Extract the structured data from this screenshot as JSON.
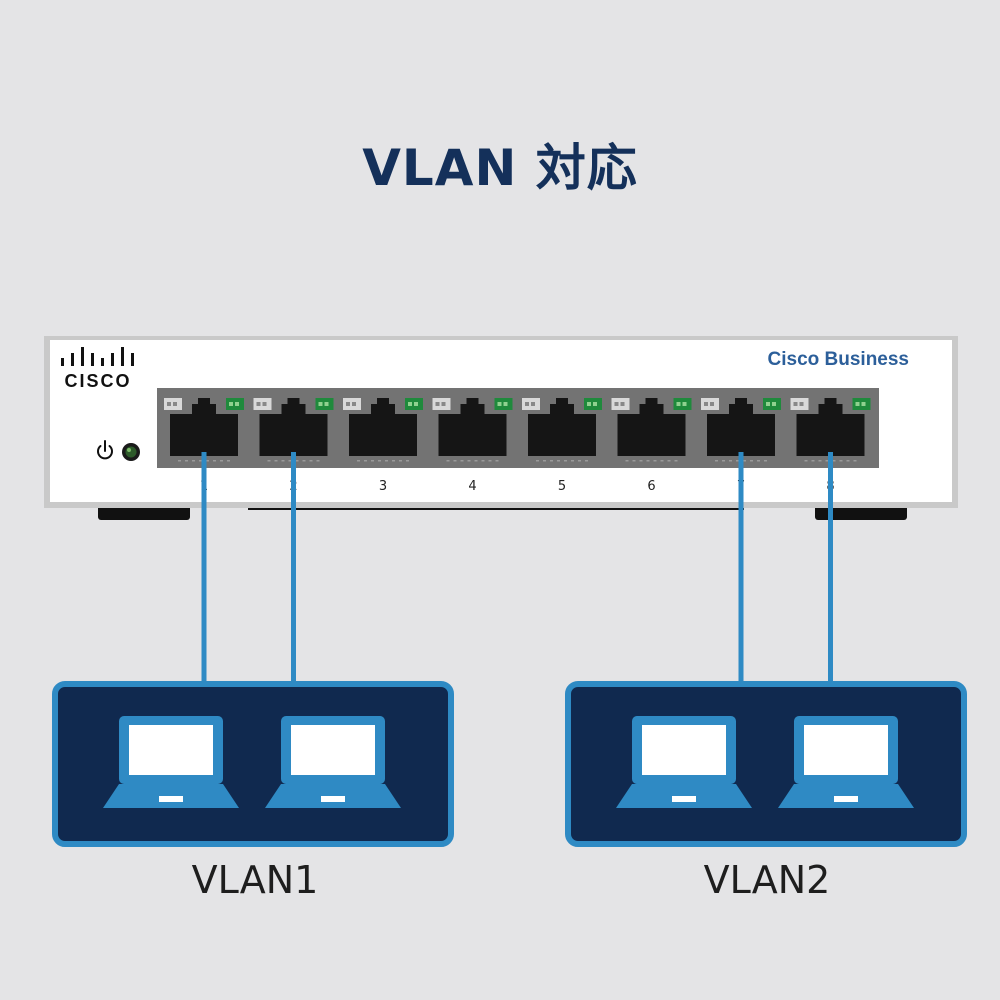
{
  "title": "VLAN 対応",
  "switch": {
    "brand_logo_text": "CISCO",
    "model_label": "Cisco Business",
    "ports": [
      "1",
      "2",
      "3",
      "4",
      "5",
      "6",
      "7",
      "8"
    ]
  },
  "vlans": [
    {
      "label": "VLAN1",
      "ports": [
        "1",
        "2"
      ],
      "devices": [
        "laptop",
        "laptop"
      ]
    },
    {
      "label": "VLAN2",
      "ports": [
        "7",
        "8"
      ],
      "devices": [
        "laptop",
        "laptop"
      ]
    }
  ],
  "colors": {
    "title": "#14305a",
    "cable": "#2e8ac4",
    "vlan_box_fill": "#10294f",
    "vlan_box_border": "#2e8ac4",
    "laptop": "#2f8ac4",
    "port_panel": "#737373",
    "link_led": "#1f8a3c"
  }
}
